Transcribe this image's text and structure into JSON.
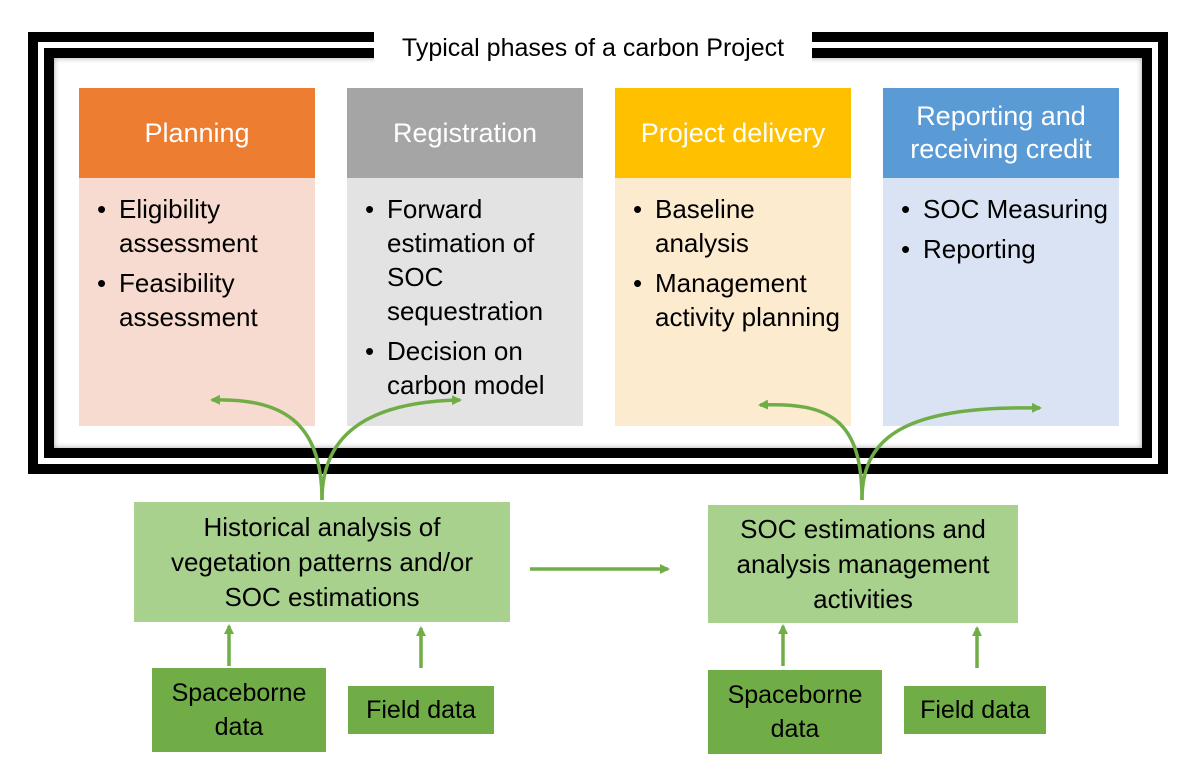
{
  "frame": {
    "title": "Typical phases of a carbon Project"
  },
  "phases": [
    {
      "title": "Planning",
      "header_color": "#ed7d31",
      "body_color": "#f8dbd0",
      "items": [
        "Eligibility assessment",
        "Feasibility assessment"
      ]
    },
    {
      "title": "Registration",
      "header_color": "#a5a5a5",
      "body_color": "#e3e3e3",
      "items": [
        "Forward estimation of SOC sequestration",
        "Decision on carbon model"
      ]
    },
    {
      "title": "Project delivery",
      "header_color": "#ffc000",
      "body_color": "#fdebd0",
      "items": [
        "Baseline analysis",
        "Management activity planning"
      ]
    },
    {
      "title": "Reporting and receiving credit",
      "header_color": "#5b9bd5",
      "body_color": "#dae3f3",
      "items": [
        "SOC Measuring",
        "Reporting"
      ]
    }
  ],
  "analysis": {
    "historical": "Historical analysis of vegetation patterns and/or SOC estimations",
    "soc": "SOC estimations and analysis management activities"
  },
  "inputs": {
    "left_spaceborne": "Spaceborne data",
    "left_field": "Field data",
    "right_spaceborne": "Spaceborne data",
    "right_field": "Field data"
  },
  "colors": {
    "analysis_box": "#a9d18e",
    "input_box": "#70ad47",
    "arrow": "#70ad47",
    "frame": "#000000"
  }
}
